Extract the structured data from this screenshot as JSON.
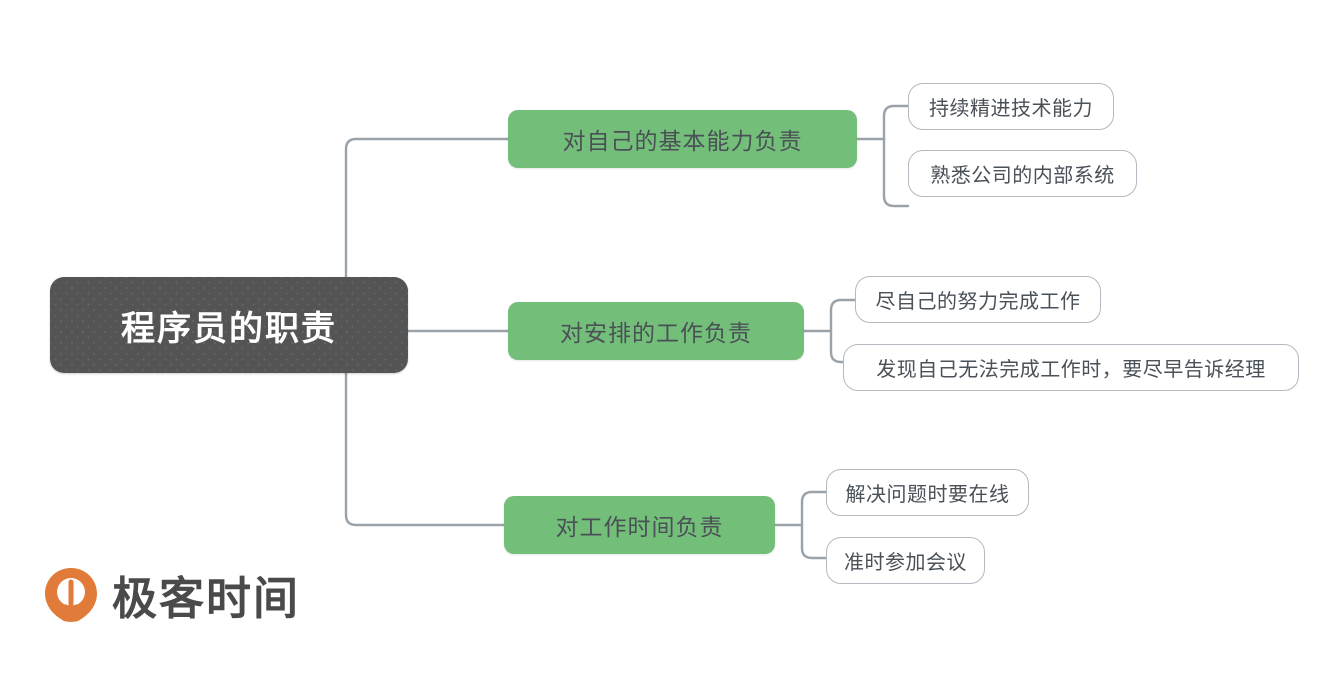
{
  "diagram": {
    "type": "mind-map",
    "root": {
      "label": "程序员的职责",
      "color": "#545454",
      "text_color": "#ffffff"
    },
    "branch_color": "#73bf7a",
    "leaf_border_color": "#b3b9c0",
    "connector_color": "#9aa2aa",
    "branches": [
      {
        "label": "对自己的基本能力负责",
        "children": [
          {
            "label": "持续精进技术能力"
          },
          {
            "label": "熟悉公司的内部系统"
          }
        ]
      },
      {
        "label": "对安排的工作负责",
        "children": [
          {
            "label": "尽自己的努力完成工作"
          },
          {
            "label": "发现自己无法完成工作时，要尽早告诉经理"
          }
        ]
      },
      {
        "label": "对工作时间负责",
        "children": [
          {
            "label": "解决问题时要在线"
          },
          {
            "label": "准时参加会议"
          }
        ]
      }
    ]
  },
  "logo": {
    "text": "极客时间",
    "mark_color": "#e07b39",
    "text_color": "#4a4a4a",
    "mark_icon": "geektime-pin-icon"
  }
}
